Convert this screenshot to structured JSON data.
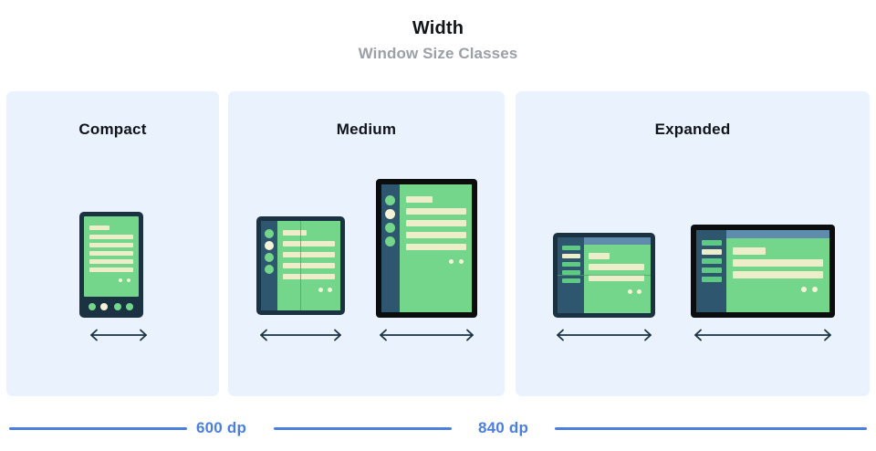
{
  "header": {
    "title": "Width",
    "subtitle": "Window Size Classes"
  },
  "panels": [
    {
      "key": "compact",
      "label": "Compact",
      "devices": [
        {
          "name": "phone-portrait",
          "frame": "navy",
          "layout": "phone",
          "nav": "bottom-bar",
          "nav_items": 4,
          "nav_active_index": 1,
          "content_lines": 6,
          "fab_dots": 2
        }
      ],
      "arrows": 1
    },
    {
      "key": "medium",
      "label": "Medium",
      "devices": [
        {
          "name": "foldable-portrait-unfolded",
          "frame": "navy",
          "layout": "tablet-portrait",
          "nav": "left-rail-dots",
          "nav_items": 4,
          "nav_active_index": 1,
          "content_lines": 5,
          "fab_dots": 2,
          "fold": "vertical"
        },
        {
          "name": "tablet-portrait",
          "frame": "black",
          "layout": "tablet-portrait",
          "nav": "left-rail-dots",
          "nav_items": 4,
          "nav_active_index": 1,
          "content_lines": 5,
          "fab_dots": 2,
          "fold": "none"
        }
      ],
      "arrows": 2
    },
    {
      "key": "expanded",
      "label": "Expanded",
      "devices": [
        {
          "name": "foldable-landscape-unfolded",
          "frame": "navy",
          "layout": "tablet-landscape",
          "nav": "left-rail-bars",
          "nav_items": 5,
          "nav_active_index": 1,
          "content_lines": 3,
          "fab_dots": 2,
          "app_bar": true,
          "fold": "horizontal"
        },
        {
          "name": "tablet-landscape",
          "frame": "black",
          "layout": "tablet-landscape",
          "nav": "left-rail-bars",
          "nav_items": 5,
          "nav_active_index": 1,
          "content_lines": 3,
          "fab_dots": 2,
          "app_bar": true,
          "fold": "none"
        }
      ],
      "arrows": 2
    }
  ],
  "breakpoints": [
    {
      "key": "bp-600",
      "label": "600 dp"
    },
    {
      "key": "bp-840",
      "label": "840 dp"
    }
  ],
  "colors": {
    "panel_background": "#eaf2fd",
    "screen_green": "#74d68b",
    "content_cream": "#edeec9",
    "frame_navy": "#1b3243",
    "frame_black": "#0c0d0f",
    "nav_rail": "#2e576f",
    "app_bar": "#5f8cad",
    "breakpoint_blue": "#4a7fe0",
    "title_text": "#111418",
    "subtitle_text": "#9aa0a6"
  }
}
